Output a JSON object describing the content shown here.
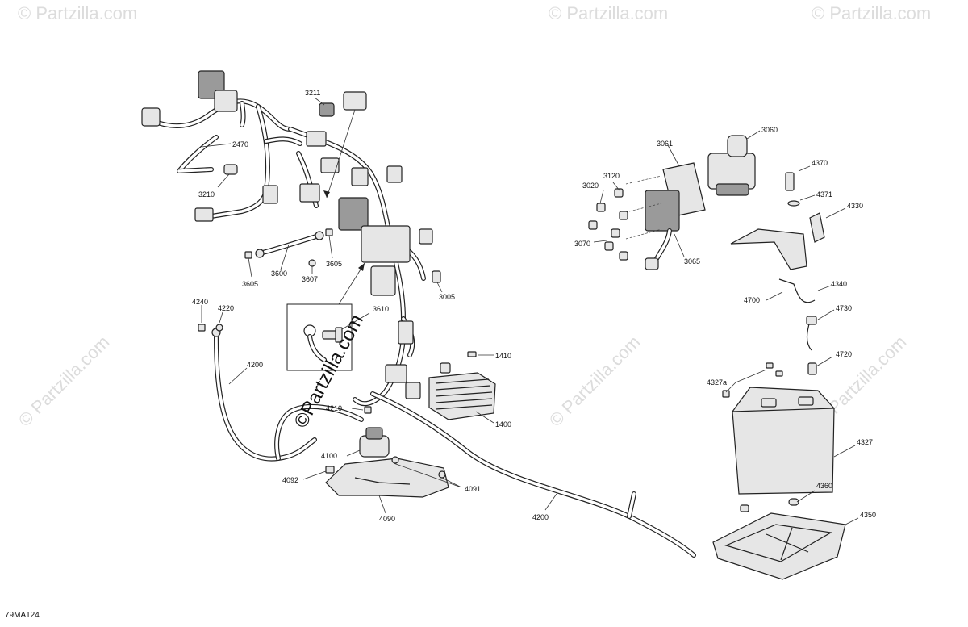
{
  "diagram": {
    "reference_code": "79MA124",
    "watermark_text": "© Partzilla.com",
    "watermark_main": "©Partzilla.com",
    "callouts": [
      {
        "id": "c3211",
        "label": "3211"
      },
      {
        "id": "c2470",
        "label": "2470"
      },
      {
        "id": "c3210",
        "label": "3210"
      },
      {
        "id": "c3600",
        "label": "3600"
      },
      {
        "id": "c3605a",
        "label": "3605"
      },
      {
        "id": "c3605b",
        "label": "3605"
      },
      {
        "id": "c3607",
        "label": "3607"
      },
      {
        "id": "c3005",
        "label": "3005"
      },
      {
        "id": "c3610",
        "label": "3610"
      },
      {
        "id": "c1410",
        "label": "1410"
      },
      {
        "id": "c1400",
        "label": "1400"
      },
      {
        "id": "c4240",
        "label": "4240"
      },
      {
        "id": "c4220",
        "label": "4220"
      },
      {
        "id": "c4200a",
        "label": "4200"
      },
      {
        "id": "c4210",
        "label": "4210"
      },
      {
        "id": "c4100",
        "label": "4100"
      },
      {
        "id": "c4092",
        "label": "4092"
      },
      {
        "id": "c4091",
        "label": "4091"
      },
      {
        "id": "c4090",
        "label": "4090"
      },
      {
        "id": "c4200b",
        "label": "4200"
      },
      {
        "id": "c3060",
        "label": "3060"
      },
      {
        "id": "c3061",
        "label": "3061"
      },
      {
        "id": "c3120",
        "label": "3120"
      },
      {
        "id": "c3020",
        "label": "3020"
      },
      {
        "id": "c3070",
        "label": "3070"
      },
      {
        "id": "c3065",
        "label": "3065"
      },
      {
        "id": "c4370",
        "label": "4370"
      },
      {
        "id": "c4371",
        "label": "4371"
      },
      {
        "id": "c4330",
        "label": "4330"
      },
      {
        "id": "c4340",
        "label": "4340"
      },
      {
        "id": "c4700",
        "label": "4700"
      },
      {
        "id": "c4730",
        "label": "4730"
      },
      {
        "id": "c4720",
        "label": "4720"
      },
      {
        "id": "c4327a",
        "label": "4327a"
      },
      {
        "id": "c4327",
        "label": "4327"
      },
      {
        "id": "c4360",
        "label": "4360"
      },
      {
        "id": "c4350",
        "label": "4350"
      }
    ]
  }
}
